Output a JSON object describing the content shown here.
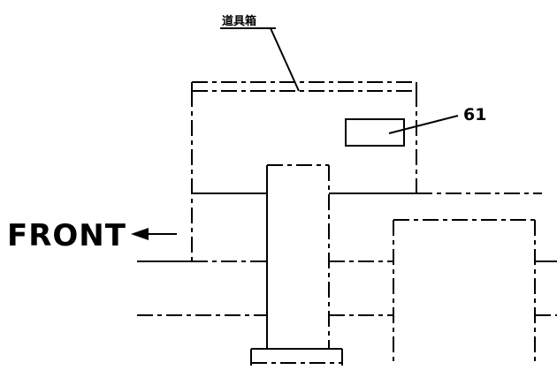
{
  "labels": {
    "toolbox": "道具箱",
    "reference_number": "61",
    "front": "FRONT"
  },
  "colors": {
    "line": "#000000",
    "background": "#ffffff"
  }
}
